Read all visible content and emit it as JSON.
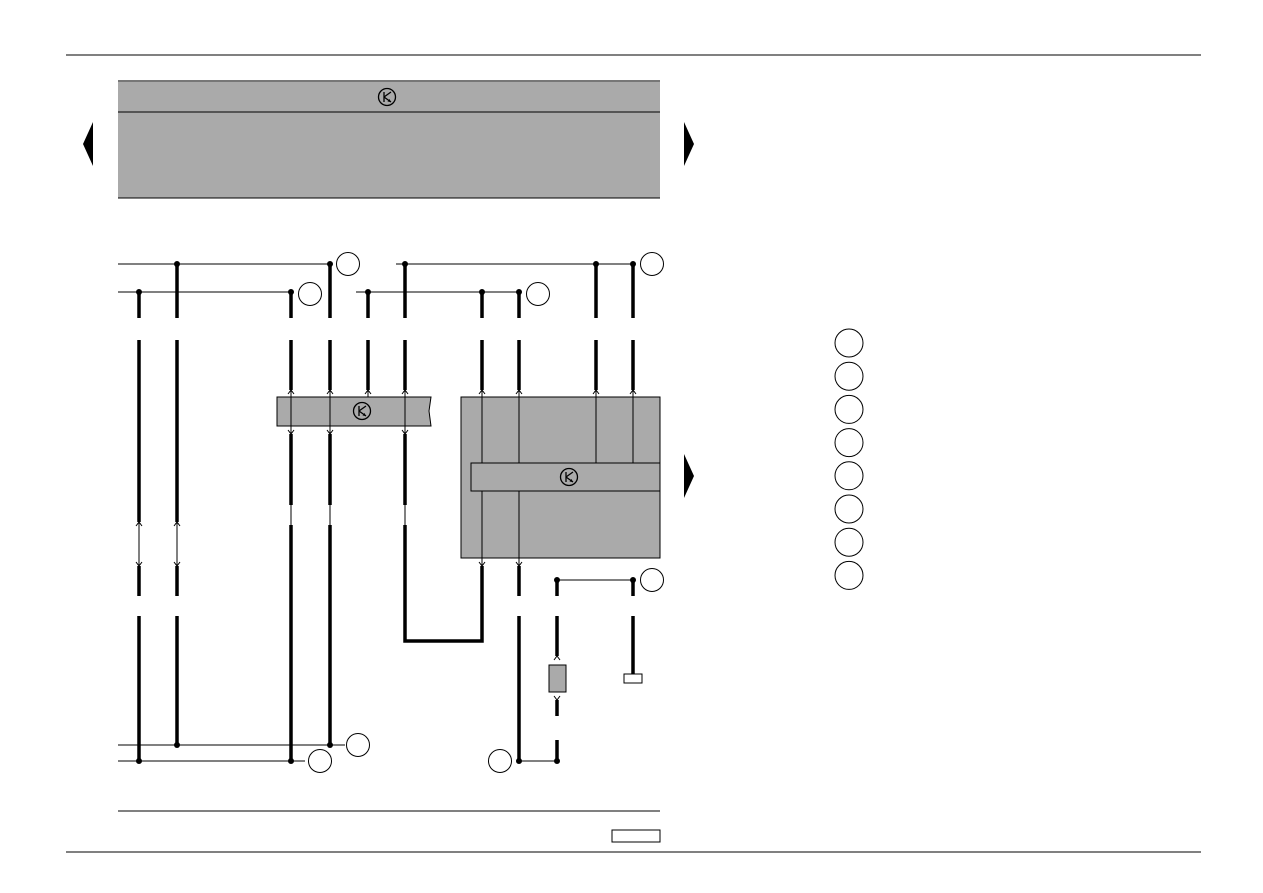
{
  "navigation": {
    "prev_icon": "triangle-left-icon",
    "next_icon": "triangle-right-icon",
    "next_section_icon": "triangle-right-icon"
  },
  "header_panel": {
    "symbol_icon": "transistor-symbol-icon"
  },
  "components": [
    {
      "id": "module-a",
      "symbol_icon": "transistor-symbol-icon"
    },
    {
      "id": "module-b",
      "symbol_icon": "transistor-symbol-icon"
    }
  ],
  "legend": {
    "item_count": 8,
    "labels": [
      "",
      "",
      "",
      "",
      "",
      "",
      "",
      ""
    ]
  },
  "page_number_box": "",
  "colors": {
    "panel_fill": "#aaaaaa",
    "line": "#000000",
    "background": "#ffffff"
  }
}
